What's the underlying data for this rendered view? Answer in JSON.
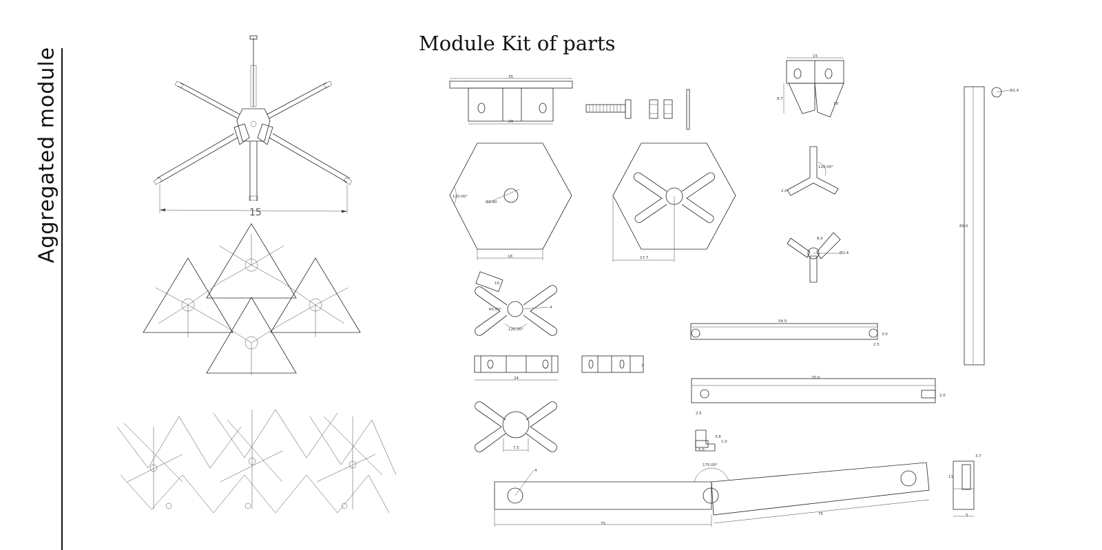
{
  "side_title": "Aggregated module",
  "main_title": "Module Kit of parts",
  "dimensions": {
    "module_span": "15",
    "bracket_width": "35",
    "bracket_base": "24",
    "hex_angle": "120.00°",
    "hex_hole": "Ø3.80",
    "hex_edge": "18",
    "hex_radius": "17.7",
    "arm_width": "10",
    "arm_angle_60": "60.00°",
    "arm_hole": "4",
    "arm_angle_120": "120.00°",
    "block_base": "24",
    "block_side": "7",
    "cross_gap": "7.5",
    "corner_width": "15",
    "corner_height": "8.7",
    "corner_arm": "10",
    "tri_angle": "120.00°",
    "tri_arm": "2.0",
    "tri_tab": "8.0",
    "tri_hole": "Ø2.4",
    "rod_hole": "Ø2.4",
    "rod_length": "80.0",
    "strut_len": "54.0",
    "strut_height": "3.0",
    "strut_hole": "2.5",
    "strut2_len": "70.0",
    "strut2_end": "2.0",
    "strut2_hole": "2.5",
    "step_a": "3.8",
    "step_b": "1.0",
    "step_c": "5.0",
    "bar_hole": "4",
    "bar_angle": "175.00°",
    "bar_len_a": "75",
    "bar_len_b": "75",
    "clip_top": "3.7",
    "clip_side": "11",
    "clip_base": "5"
  },
  "colors": {
    "line": "#222222",
    "background": "#ffffff"
  }
}
